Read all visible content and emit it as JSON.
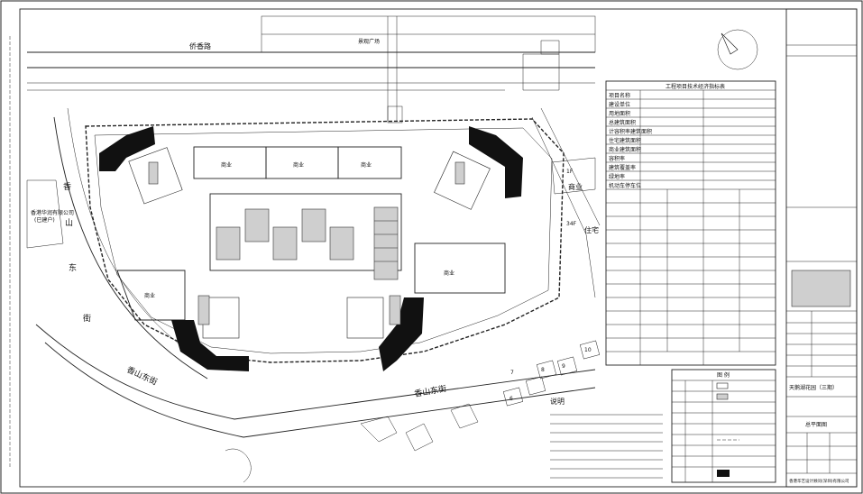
{
  "roads": {
    "north": "侨香路",
    "south": "香山东街",
    "west": [
      "香",
      "山",
      "东",
      "街"
    ],
    "west_bottom": "香山东街"
  },
  "labels": {
    "north_plaza": "景观广场",
    "west_company": "香港华润有限公司",
    "west_company_sub": "(已建户)",
    "east_commercial": "商业",
    "east_commercial_floors": "1F",
    "east_residential": "住宅",
    "east_residential_floors": "34F",
    "block_commercial": "商业",
    "south_plots": [
      "6",
      "7",
      "8",
      "9",
      "10"
    ]
  },
  "table": {
    "title": "工程项目技术经济指标表",
    "rows": [
      "项目名称",
      "建设单位",
      "用地面积",
      "总建筑面积",
      "计容积率建筑面积",
      "住宅建筑面积",
      "商业建筑面积",
      "容积率",
      "建筑覆盖率",
      "绿地率",
      "机动车停车位"
    ],
    "legend_title": "图 例"
  },
  "legend": {
    "title": "图 例"
  },
  "notes": {
    "title": "说明"
  },
  "titleblock": {
    "project": "天鹅湖花园（三期）",
    "drawing": "总平面图",
    "company": "香港华艺设计顾问(深圳)有限公司"
  }
}
